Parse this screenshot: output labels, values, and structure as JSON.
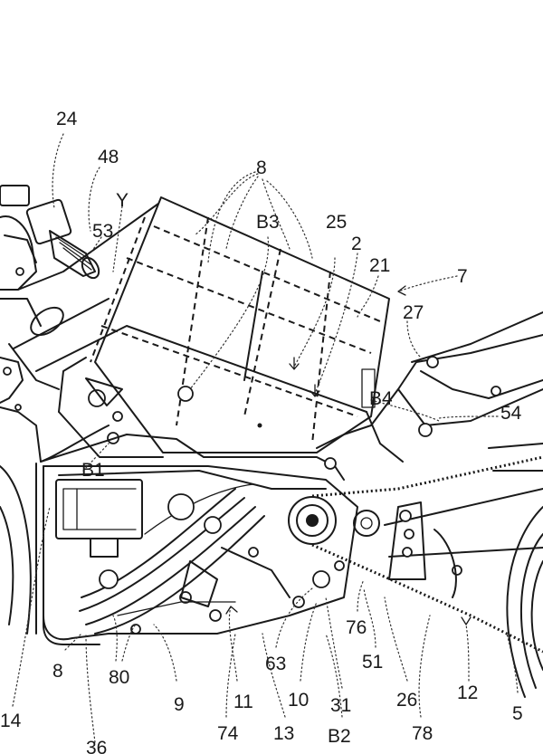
{
  "labels": {
    "l24": "24",
    "l48": "48",
    "lY": "Y",
    "l53": "53",
    "l8top": "8",
    "lB3": "B3",
    "l25": "25",
    "l2": "2",
    "l21": "21",
    "l7": "7",
    "l27": "27",
    "lB4": "B4",
    "l54": "54",
    "lB1": "B1",
    "l8left": "8",
    "l80": "80",
    "l9": "9",
    "l11": "11",
    "l63": "63",
    "l10": "10",
    "l31": "31",
    "l76": "76",
    "l51": "51",
    "l26": "26",
    "l12": "12",
    "l5": "5",
    "l14": "14",
    "l36": "36",
    "l74": "74",
    "l13": "13",
    "lB2": "B2",
    "l78": "78"
  }
}
